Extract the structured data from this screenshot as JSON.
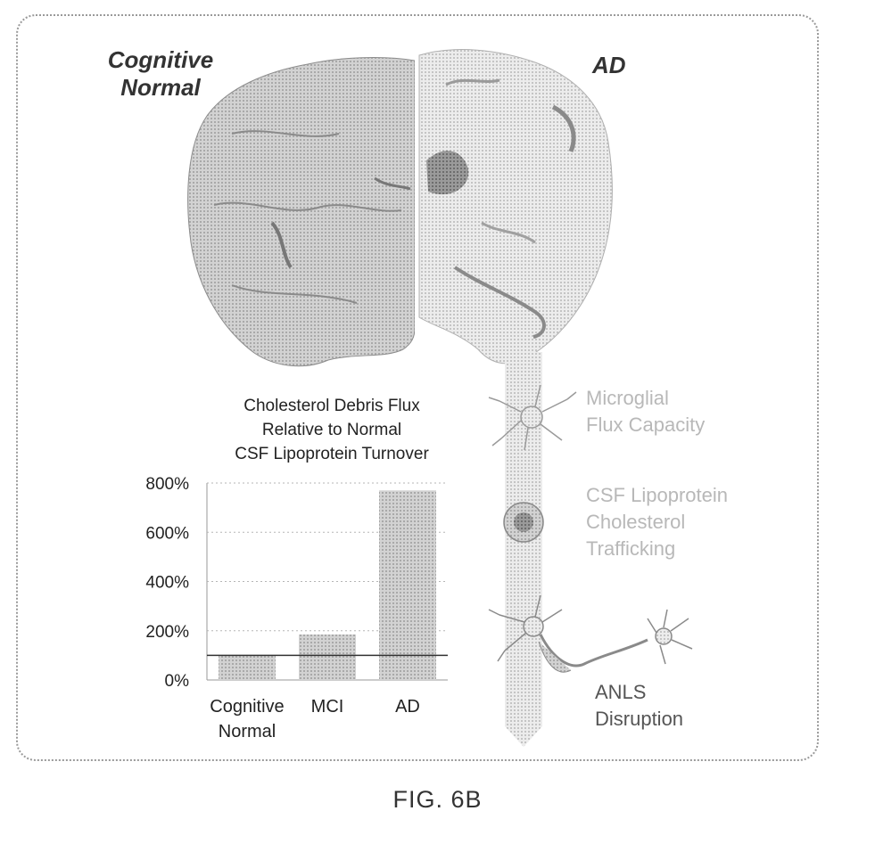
{
  "brain": {
    "left_label": [
      "Cognitive",
      "Normal"
    ],
    "right_label": "AD"
  },
  "pathway": {
    "steps": [
      {
        "lines": [
          "Microglial",
          "Flux Capacity"
        ],
        "icon": "microglia-icon"
      },
      {
        "lines": [
          "CSF Lipoprotein",
          "Cholesterol",
          "Trafficking"
        ],
        "icon": "lipoprotein-icon"
      },
      {
        "lines": [
          "ANLS",
          "Disruption"
        ],
        "icon": "neuron-icon"
      }
    ]
  },
  "chart_data": {
    "type": "bar",
    "title": [
      "Cholesterol Debris Flux",
      "Relative to Normal",
      "CSF Lipoprotein Turnover"
    ],
    "categories": [
      [
        "Cognitive",
        "Normal"
      ],
      [
        "MCI"
      ],
      [
        "AD"
      ]
    ],
    "values": [
      100,
      185,
      770
    ],
    "ylim": [
      0,
      800
    ],
    "yticks": [
      0,
      200,
      400,
      600,
      800
    ],
    "ytick_labels": [
      "0%",
      "200%",
      "400%",
      "600%",
      "800%"
    ],
    "reference_line": 100,
    "grid": "dotted horizontal"
  },
  "caption": "FIG. 6B"
}
